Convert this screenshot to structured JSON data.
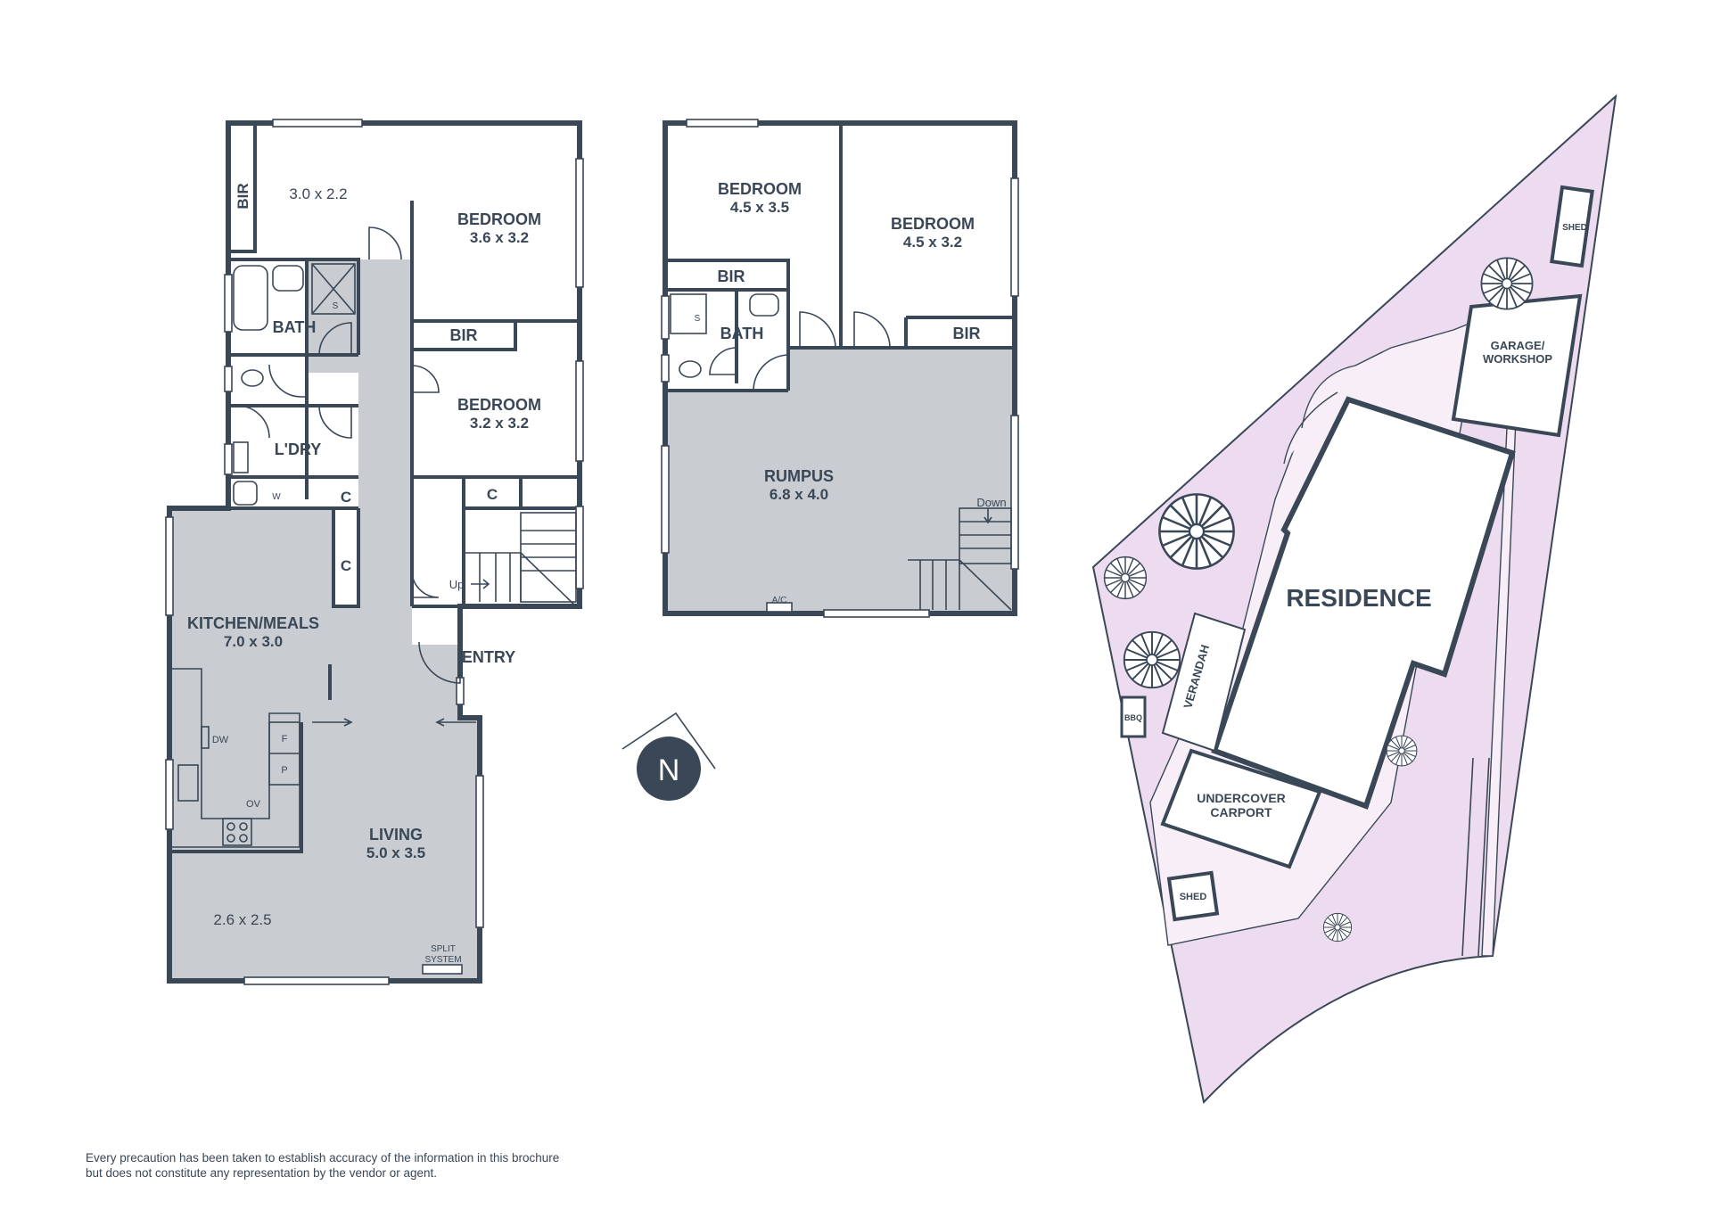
{
  "ground_floor": {
    "bir": "BIR",
    "room_3_0x2_2": "3.0 x 2.2",
    "bedroom_1": {
      "label": "BEDROOM",
      "size": "3.6 x 3.2"
    },
    "bath": "BATH",
    "shower": "S",
    "bir_2": "BIR",
    "bedroom_2": {
      "label": "BEDROOM",
      "size": "3.2 x 3.2"
    },
    "laundry": "L'DRY",
    "washer": "W",
    "cupboard_1": "C",
    "cupboard_2": "C",
    "cupboard_3": "C",
    "up": "Up",
    "kitchen": {
      "label": "KITCHEN/MEALS",
      "size": "7.0 x 3.0"
    },
    "entry": "ENTRY",
    "dishwasher": "DW",
    "fridge": "F",
    "pantry": "P",
    "oven": "OV",
    "living": {
      "label": "LIVING",
      "size": "5.0 x 3.5"
    },
    "room_2_6x2_5": "2.6 x 2.5",
    "split_system": [
      "SPLIT",
      "SYSTEM"
    ]
  },
  "first_floor": {
    "bedroom_3": {
      "label": "BEDROOM",
      "size": "4.5 x 3.5"
    },
    "bedroom_4": {
      "label": "BEDROOM",
      "size": "4.5 x 3.2"
    },
    "bir_3": "BIR",
    "bir_4": "BIR",
    "bath": "BATH",
    "shower": "S",
    "rumpus": {
      "label": "RUMPUS",
      "size": "6.8 x 4.0"
    },
    "down": "Down",
    "ac": "A/C"
  },
  "compass": {
    "letter": "N"
  },
  "site_plan": {
    "residence": "RESIDENCE",
    "verandah": "VERANDAH",
    "garage": [
      "GARAGE/",
      "WORKSHOP"
    ],
    "carport": [
      "UNDERCOVER",
      "CARPORT"
    ],
    "shed_1": "SHED",
    "shed_2": "SHED",
    "bbq": "BBQ"
  },
  "colors": {
    "wall": "#3a4756",
    "floor_shade": "#c9cdd2",
    "site_fill": "#eddcef",
    "compass_fill": "#3a4756"
  },
  "disclaimer": "Every precaution has been taken to establish accuracy of the information in this brochure but does not constitute any representation by the vendor or agent."
}
